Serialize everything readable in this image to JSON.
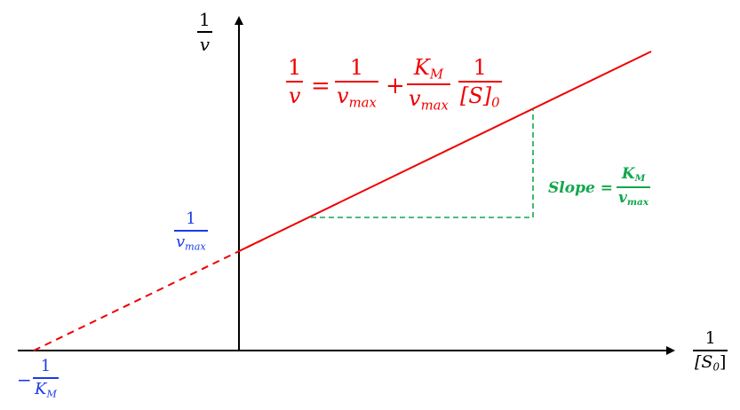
{
  "colors": {
    "line": "#f00000",
    "axis": "#000000",
    "intercept": "#1a3be8",
    "slope": "#10a84c"
  },
  "y_axis_label": {
    "num": "1",
    "den": "v"
  },
  "x_axis_label": {
    "num": "1",
    "den_main": "[S",
    "den_sub": "0",
    "den_close": "]"
  },
  "equation": {
    "lhs_num": "1",
    "lhs_den": "v",
    "equals": "=",
    "t1_num": "1",
    "t1_den": "v",
    "t1_den_sub": "max",
    "plus": "+",
    "t2_num": "K",
    "t2_num_sub": "M",
    "t2_den": "v",
    "t2_den_sub": "max",
    "t3_num": "1",
    "t3_den": "[S]",
    "t3_den_sub": "0"
  },
  "y_intercept": {
    "num": "1",
    "den": "v",
    "den_sub": "max"
  },
  "x_intercept": {
    "minus": "−",
    "num": "1",
    "den": "K",
    "den_sub": "M"
  },
  "slope_label": {
    "text": "Slope =",
    "num": "K",
    "num_sub": "M",
    "den": "v",
    "den_sub": "max"
  }
}
